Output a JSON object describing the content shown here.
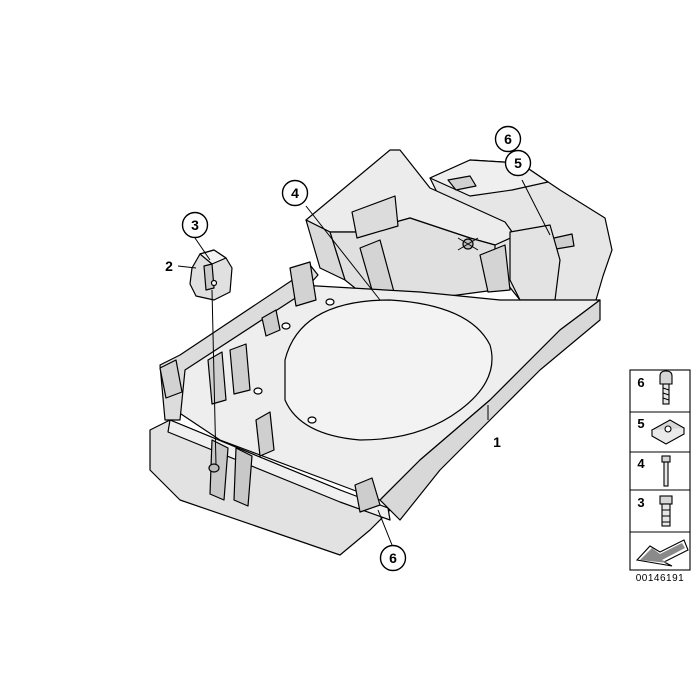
{
  "callouts": {
    "c3": "3",
    "c4": "4",
    "c6_top": "6",
    "c5": "5",
    "c6_bottom": "6"
  },
  "labels": {
    "l2": "2",
    "l1": "1"
  },
  "legend": {
    "items": [
      "6",
      "5",
      "4",
      "3"
    ]
  },
  "part_number": "00146191",
  "colors": {
    "part_fill": "#e9e9e9",
    "part_dark": "#cfcfcf",
    "line": "#000000"
  }
}
